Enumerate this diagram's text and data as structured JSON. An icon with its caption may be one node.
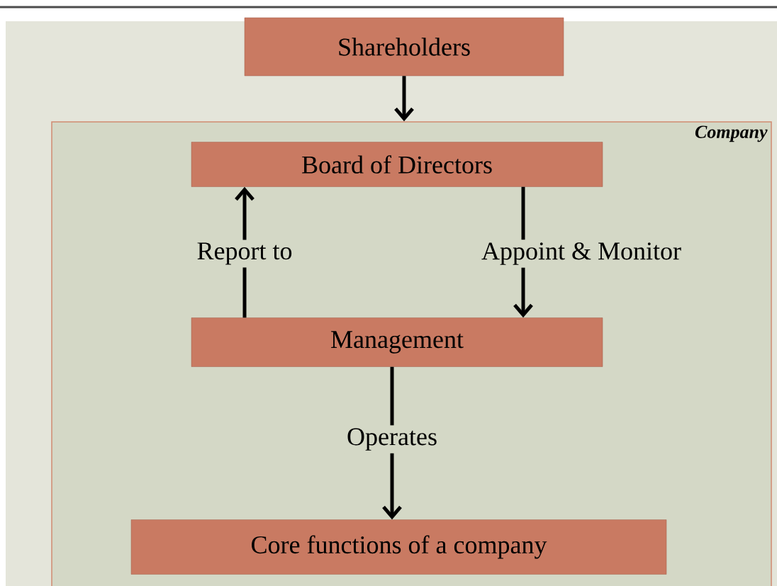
{
  "diagram": {
    "nodes": [
      {
        "text": [
          "Shareholders"
        ]
      },
      {
        "text": [
          "Company"
        ]
      },
      {
        "text": [
          "Board of Directors"
        ],
        "in": 1
      },
      {
        "text": [
          "Management"
        ],
        "in": 1
      },
      {
        "text": [
          "Core functions of a company"
        ],
        "in": 1
      }
    ],
    "edges": [
      {
        "from": 0,
        "to": 1,
        "arrow": "to"
      },
      {
        "from": 3,
        "to": 2,
        "arrow": "to",
        "label": "Report to"
      },
      {
        "from": 2,
        "to": 3,
        "arrow": "to",
        "label": "Appoint & Monitor"
      },
      {
        "from": 3,
        "to": 4,
        "arrow": "to",
        "label": "Operates"
      }
    ]
  }
}
